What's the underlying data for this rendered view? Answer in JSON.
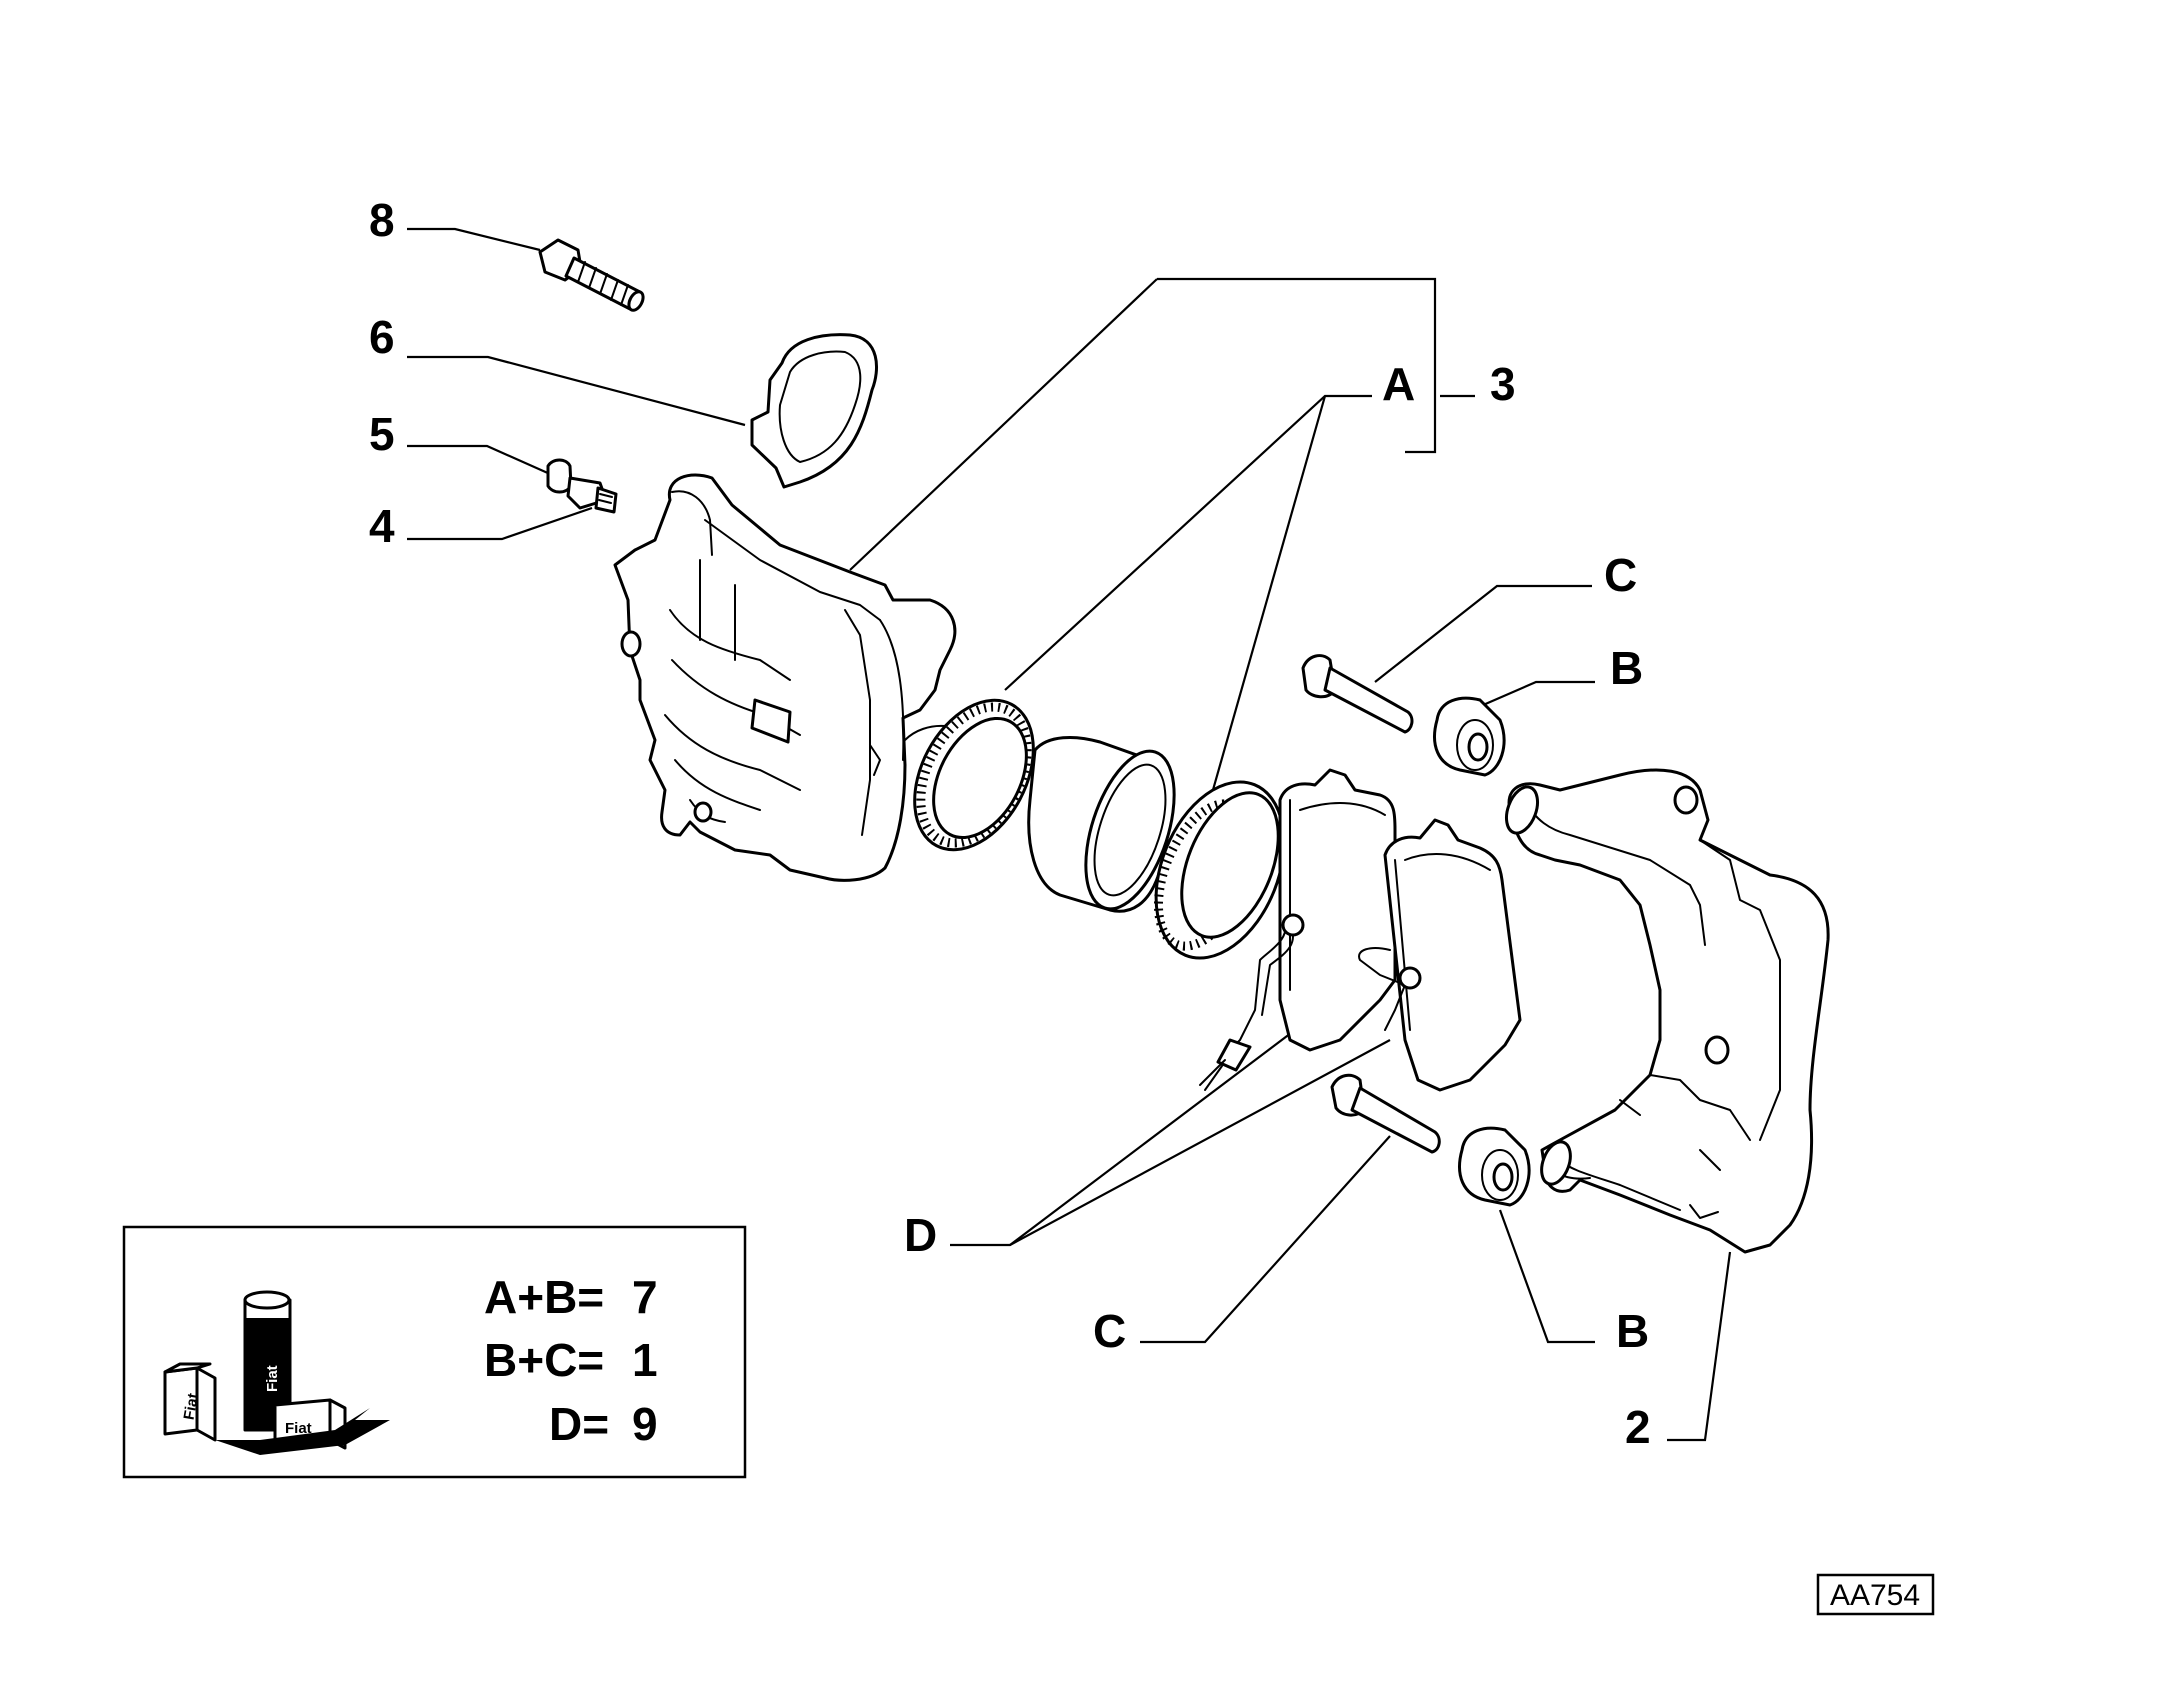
{
  "diagram": {
    "callouts": {
      "c8": "8",
      "c6": "6",
      "c5": "5",
      "c4": "4",
      "cA": "A",
      "c3": "3",
      "cC_top": "C",
      "cB_top": "B",
      "cD": "D",
      "cC_bottom": "C",
      "cB_bottom": "B",
      "c2": "2"
    },
    "legend": {
      "lines": [
        {
          "key": "A+B=",
          "value": "7"
        },
        {
          "key": "B+C=",
          "value": "1"
        },
        {
          "key": "D=",
          "value": "9"
        }
      ],
      "logo_text": "Fiat"
    },
    "reference_code": "AA754"
  }
}
